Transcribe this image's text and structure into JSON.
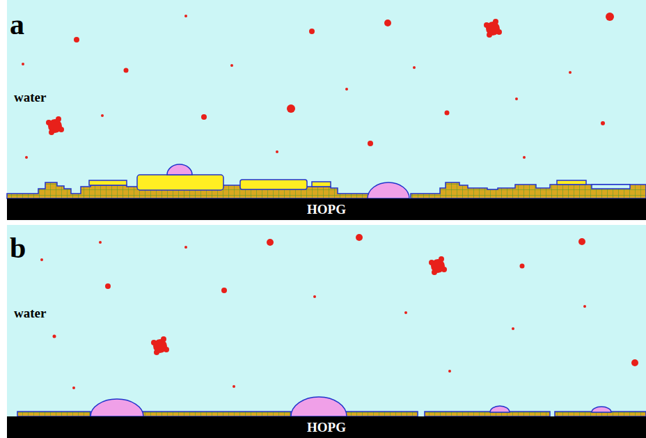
{
  "diagram": {
    "nodes": [
      {
        "text": [
          "HOPG"
        ]
      },
      {
        "text": [
          "HOPG"
        ]
      }
    ],
    "labels": [
      "a",
      "water",
      "b",
      "water"
    ]
  }
}
